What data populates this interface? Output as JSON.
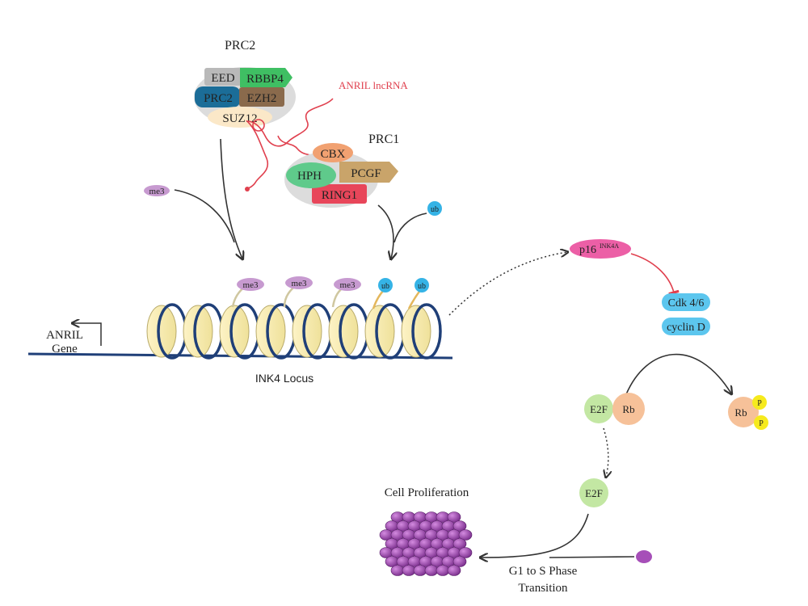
{
  "prc2": {
    "title": "PRC2",
    "subunits": {
      "eed": "EED",
      "rbbp4": "RBBP4",
      "prc2": "PRC2",
      "ezh2": "EZH2",
      "suz12": "SUZ12"
    }
  },
  "anril_lncrna": "ANRIL lncRNA",
  "prc1": {
    "title": "PRC1",
    "subunits": {
      "cbx": "CBX",
      "hph": "HPH",
      "pcgf": "PCGF",
      "ring1": "RING1"
    }
  },
  "marks": {
    "me3": "me3",
    "ub": "ub"
  },
  "anril_gene": {
    "line1": "ANRIL",
    "line2": "Gene"
  },
  "ink4_locus": "INK4 Locus",
  "p16": {
    "base": "p16",
    "superscript": "INK4A"
  },
  "cdk": "Cdk 4/6",
  "cyclin": "cyclin D",
  "e2f": "E2F",
  "rb": "Rb",
  "phospho": "P",
  "cell_proliferation": "Cell Proliferation",
  "transition": {
    "line1": "G1 to S Phase",
    "line2": "Transition"
  },
  "colors": {
    "me3": "#c79ad0",
    "ub": "#35b3e6",
    "p16": "#ec5fa6",
    "cdk": "#5cc6ee",
    "e2f": "#c3e7a3",
    "rb": "#f6c199",
    "phospho": "#f6ea1d",
    "dna": "#1f3f78",
    "rna": "#e0404e",
    "inhibit": "#e0404e",
    "cell": "#a64fb8"
  }
}
